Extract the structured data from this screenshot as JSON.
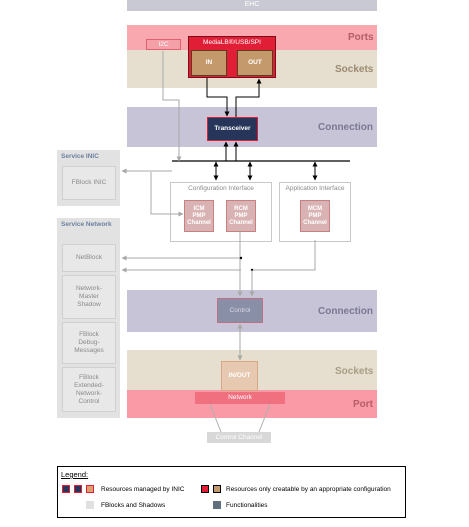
{
  "bands": {
    "top_label": "EHC",
    "ports_top": "Ports",
    "sockets_top": "Sockets",
    "connection_top": "Connection",
    "connection_bottom": "Connection",
    "sockets_bottom": "Sockets",
    "port_bottom": "Port"
  },
  "ports": {
    "i2c": "I2C",
    "medialb": "MediaLB®/USB/SPI",
    "in": "IN",
    "out": "OUT"
  },
  "core": {
    "transceiver": "Transceiver",
    "control": "Control",
    "in_out": "IN/OUT",
    "network": "Network",
    "control_channel": "Control Channel"
  },
  "service_inic": {
    "title": "Service INIC",
    "fblock": "FBlock INIC"
  },
  "service_network": {
    "title": "Service Network",
    "items": [
      "NetBlock",
      "Network-\nMaster\nShadow",
      "FBlock\nDebug-\nMessages",
      "FBlock\nExtended-\nNetwork-\nControl"
    ]
  },
  "interfaces": {
    "config_title": "Configuration Interface",
    "app_title": "Application Interface",
    "icm": "ICM\nPMP\nChannel",
    "rcm": "RCM\nPMP\nChannel",
    "mcm": "MCM\nPMP\nChannel"
  },
  "legend": {
    "title": "Legend:",
    "managed": "Resources managed by INIC",
    "creatable": "Resources only creatable by an appropriate configuration",
    "fblocks": "FBlocks and Shadows",
    "functionalities": "Functionalities"
  },
  "colors": {
    "ports_band": "#f9a8b0",
    "sockets_band": "#e6dfcf",
    "connection_band": "#c6c4d6",
    "port_band_bottom": "#fa9aa6",
    "medialb_red": "#e01e36",
    "socket_brown": "#c49a6c",
    "transceiver_navy": "#27355a",
    "service_bg": "#e2e2e2",
    "functionality": "#5f6f7e"
  }
}
